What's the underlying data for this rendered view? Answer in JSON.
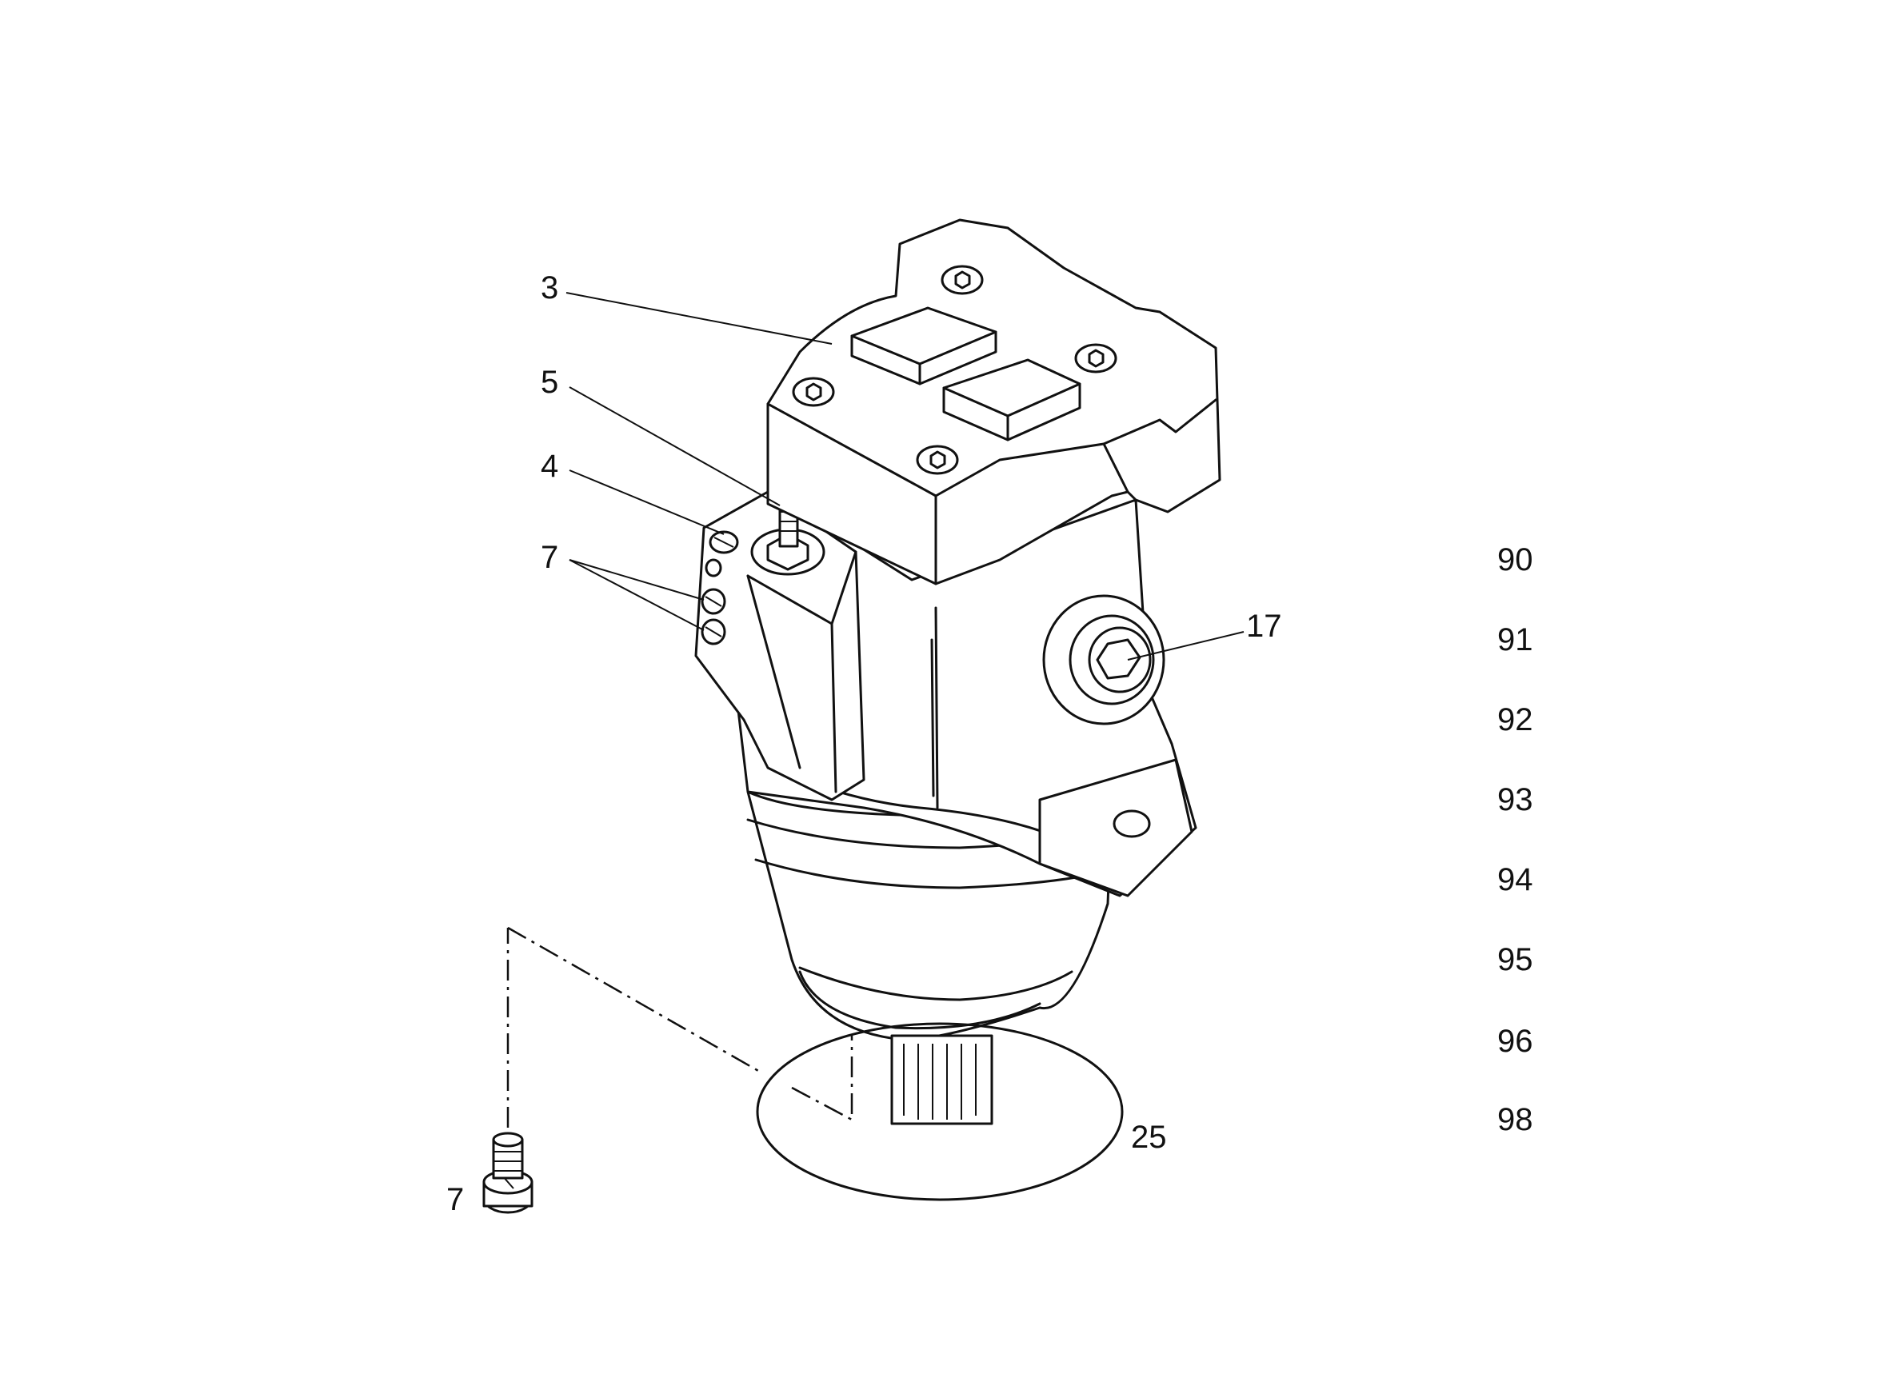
{
  "callouts": {
    "c3": "3",
    "c5": "5",
    "c4": "4",
    "c7_upper": "7",
    "c17": "17",
    "c25": "25",
    "c7_lower": "7"
  },
  "reference_list": [
    "90",
    "91",
    "92",
    "93",
    "94",
    "95",
    "96",
    "98"
  ]
}
